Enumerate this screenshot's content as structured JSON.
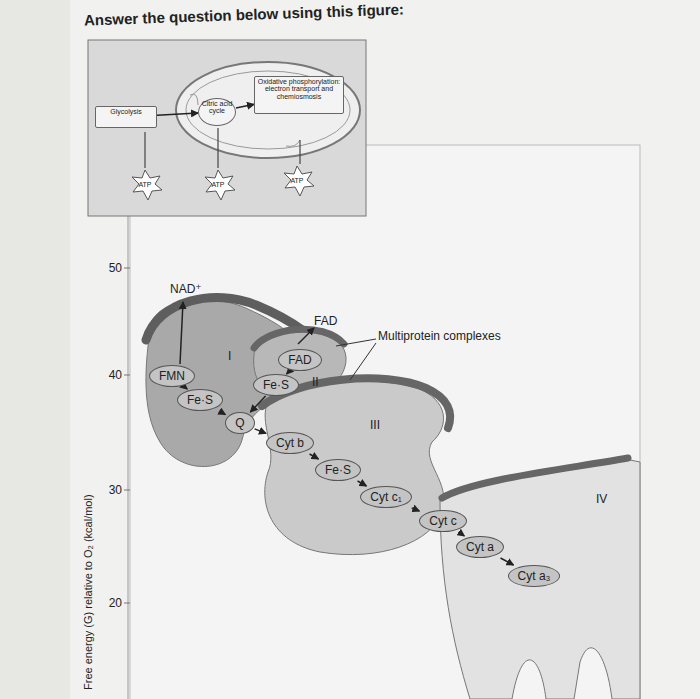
{
  "diagram": {
    "title": "Answer the question below using this figure:",
    "nodes": [
      {
        "text": [
          "Glycolysis"
        ]
      },
      {
        "text": [
          "Citric acid cycle"
        ]
      },
      {
        "text": [
          "Oxidative phosphorylation: electron transport and chemiosmosis"
        ]
      },
      {
        "text": [
          "I"
        ]
      },
      {
        "text": [
          "FMN"
        ],
        "in": 3
      },
      {
        "text": [
          "Fe·S"
        ],
        "in": 3
      },
      {
        "text": [
          "Q"
        ]
      },
      {
        "text": [
          "II"
        ]
      },
      {
        "text": [
          "FAD"
        ],
        "in": 7
      },
      {
        "text": [
          "Fe·S"
        ],
        "in": 7
      },
      {
        "text": [
          "III"
        ]
      },
      {
        "text": [
          "Cyt b"
        ],
        "in": 10
      },
      {
        "text": [
          "Fe·S"
        ],
        "in": 10
      },
      {
        "text": [
          "Cyt c₁"
        ],
        "in": 10
      },
      {
        "text": [
          "Cyt c"
        ]
      },
      {
        "text": [
          "IV"
        ]
      },
      {
        "text": [
          "Cyt a"
        ],
        "in": 15
      },
      {
        "text": [
          "Cyt a₃"
        ],
        "in": 15
      }
    ],
    "edges": [
      {
        "from": 0,
        "to": 1,
        "arrow": "to"
      },
      {
        "from": 1,
        "to": 2,
        "arrow": "to"
      },
      {
        "from": 4,
        "to": 5,
        "arrow": "to"
      },
      {
        "from": 5,
        "to": 6,
        "arrow": "to"
      },
      {
        "from": 8,
        "to": 9,
        "arrow": "to"
      },
      {
        "from": 9,
        "to": 6,
        "arrow": "to"
      },
      {
        "from": 6,
        "to": 11,
        "arrow": "to"
      },
      {
        "from": 11,
        "to": 12,
        "arrow": "to"
      },
      {
        "from": 12,
        "to": 13,
        "arrow": "to"
      },
      {
        "from": 13,
        "to": 14,
        "arrow": "to"
      },
      {
        "from": 14,
        "to": 16,
        "arrow": "to"
      },
      {
        "from": 16,
        "to": 17,
        "arrow": "to"
      }
    ],
    "labels": [
      "ATP",
      "ATP",
      "ATP",
      "50",
      "40",
      "30",
      "20",
      "Free energy (G) relative to O₂ (kcal/mol)",
      "NAD⁺",
      "FAD",
      "Multiprotein complexes"
    ]
  }
}
